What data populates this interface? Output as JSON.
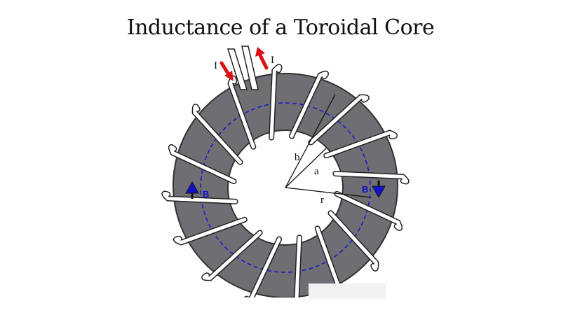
{
  "title": "Inductance of a Toroidal Core",
  "labels": {
    "current_left": "I",
    "current_right": "I",
    "outer_radius": "b",
    "inner_radius": "a",
    "radius": "r",
    "field_left": "B",
    "field_right": "B"
  },
  "colors": {
    "core": "#6e6e73",
    "winding": "#ffffff",
    "field_path": "#1a1ad0",
    "current_arrow": "#dd1111",
    "field_arrow": "#1212cc"
  },
  "turns": 16
}
